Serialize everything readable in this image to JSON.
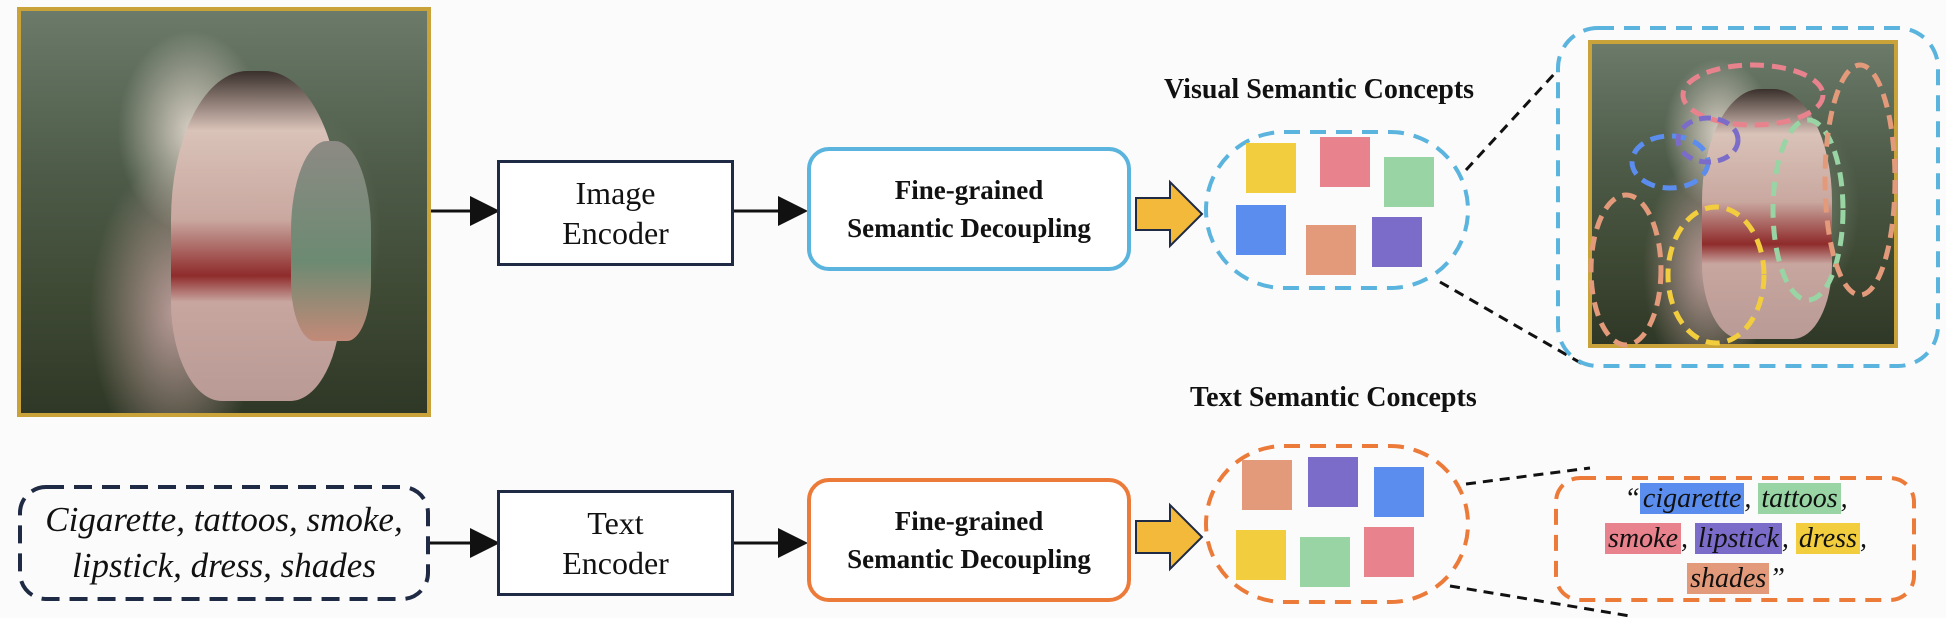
{
  "image_encoder": {
    "line1": "Image",
    "line2": "Encoder"
  },
  "text_encoder": {
    "line1": "Text",
    "line2": "Encoder"
  },
  "decoupling_top": {
    "line1": "Fine-grained",
    "line2": "Semantic Decoupling"
  },
  "decoupling_bottom": {
    "line1": "Fine-grained",
    "line2": "Semantic Decoupling"
  },
  "visual_concepts_title": "Visual Semantic Concepts",
  "text_concepts_title": "Text Semantic Concepts",
  "input_caption": {
    "line1": "Cigarette, tattoos, smoke,",
    "line2": "lipstick, dress, shades"
  },
  "quote": {
    "open": "“",
    "close": "”",
    "words": [
      "cigarette",
      "tattoos",
      "smoke",
      "lipstick",
      "dress",
      "shades"
    ]
  },
  "colors": {
    "blue": "#5b8def",
    "green": "#98d4a4",
    "pink": "#e8838e",
    "purple": "#7b6cc9",
    "yellow": "#f2cd3d",
    "orange": "#e39a7a",
    "visual_border": "#5ab4de",
    "text_border": "#ec7b3a",
    "dark_border": "#1f2a44",
    "photo_border": "#c9a33a"
  }
}
